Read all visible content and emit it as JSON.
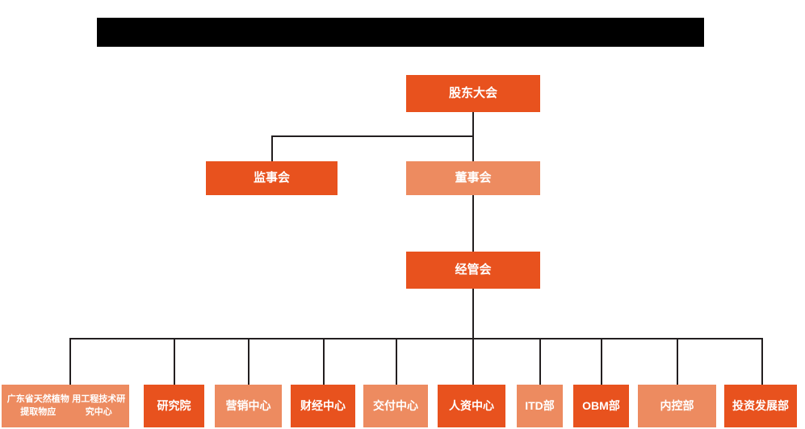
{
  "banner": {
    "text": "",
    "background": "#000000"
  },
  "palette": {
    "dark_orange": "#E8521E",
    "light_orange": "#ED8B60",
    "connector": "#231f20",
    "background": "#ffffff",
    "text": "#ffffff"
  },
  "chart_data": {
    "type": "org-chart",
    "title": "",
    "levels": [
      {
        "level": 1,
        "nodes": [
          {
            "id": "shareholders",
            "label": "股东大会",
            "shade": "dark"
          }
        ]
      },
      {
        "level": 2,
        "nodes": [
          {
            "id": "supervisory",
            "label": "监事会",
            "shade": "dark"
          },
          {
            "id": "board",
            "label": "董事会",
            "shade": "light"
          }
        ]
      },
      {
        "level": 3,
        "nodes": [
          {
            "id": "management",
            "label": "经管会",
            "shade": "dark"
          }
        ]
      },
      {
        "level": 4,
        "nodes": [
          {
            "id": "dept-1",
            "label": "广东省天然植物提取物应用工程技术研究中心",
            "line1": "广东省天然植物提取物应",
            "line2": "用工程技术研究中心",
            "shade": "light"
          },
          {
            "id": "dept-2",
            "label": "研究院",
            "shade": "dark"
          },
          {
            "id": "dept-3",
            "label": "营销中心",
            "shade": "light"
          },
          {
            "id": "dept-4",
            "label": "财经中心",
            "shade": "dark"
          },
          {
            "id": "dept-5",
            "label": "交付中心",
            "shade": "light"
          },
          {
            "id": "dept-6",
            "label": "人资中心",
            "shade": "dark"
          },
          {
            "id": "dept-7",
            "label": "ITD部",
            "shade": "light"
          },
          {
            "id": "dept-8",
            "label": "OBM部",
            "shade": "dark"
          },
          {
            "id": "dept-9",
            "label": "内控部",
            "shade": "light"
          },
          {
            "id": "dept-10",
            "label": "投资发展部",
            "shade": "dark"
          }
        ]
      }
    ],
    "edges": [
      {
        "from": "shareholders",
        "to": "supervisory"
      },
      {
        "from": "shareholders",
        "to": "board"
      },
      {
        "from": "board",
        "to": "management"
      },
      {
        "from": "management",
        "to": "dept-1"
      },
      {
        "from": "management",
        "to": "dept-2"
      },
      {
        "from": "management",
        "to": "dept-3"
      },
      {
        "from": "management",
        "to": "dept-4"
      },
      {
        "from": "management",
        "to": "dept-5"
      },
      {
        "from": "management",
        "to": "dept-6"
      },
      {
        "from": "management",
        "to": "dept-7"
      },
      {
        "from": "management",
        "to": "dept-8"
      },
      {
        "from": "management",
        "to": "dept-9"
      },
      {
        "from": "management",
        "to": "dept-10"
      }
    ]
  }
}
